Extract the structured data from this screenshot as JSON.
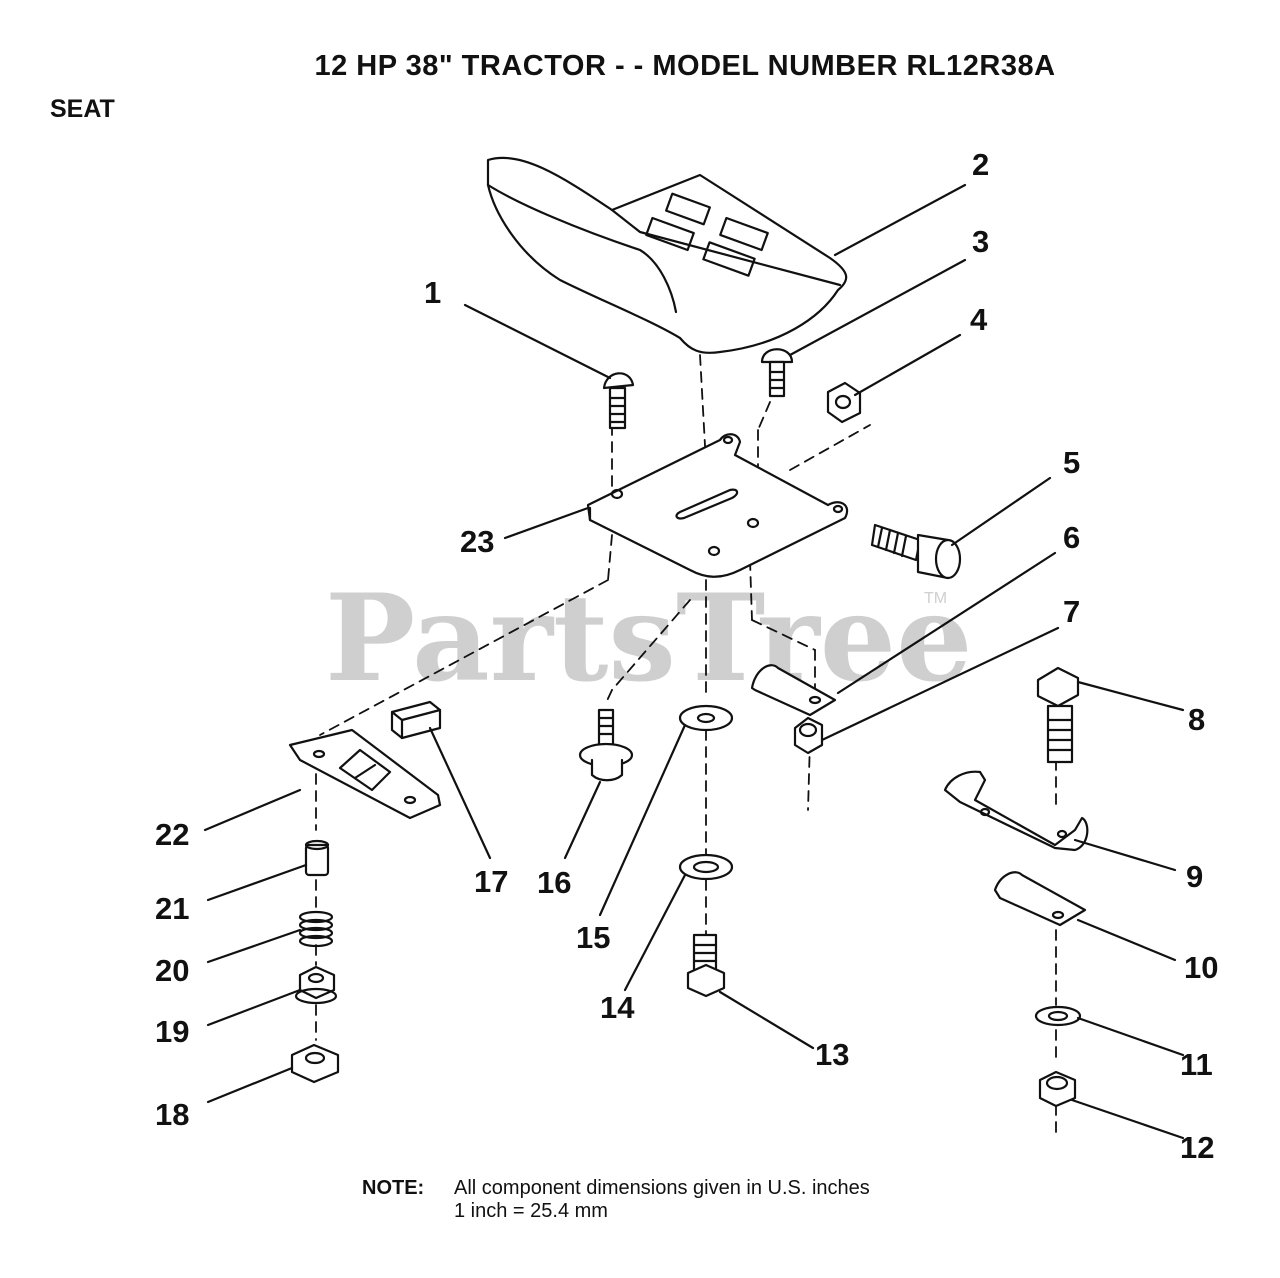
{
  "title": "12 HP 38\" TRACTOR - - MODEL NUMBER RL12R38A",
  "section": "SEAT",
  "watermark": "PartsTree",
  "watermark_tm": "TM",
  "note": {
    "label": "NOTE:",
    "line1": "All component dimensions given in U.S. inches",
    "line2": "1 inch = 25.4 mm"
  },
  "callouts": [
    "1",
    "2",
    "3",
    "4",
    "5",
    "6",
    "7",
    "8",
    "9",
    "10",
    "11",
    "12",
    "13",
    "14",
    "15",
    "16",
    "17",
    "18",
    "19",
    "20",
    "21",
    "22",
    "23"
  ]
}
